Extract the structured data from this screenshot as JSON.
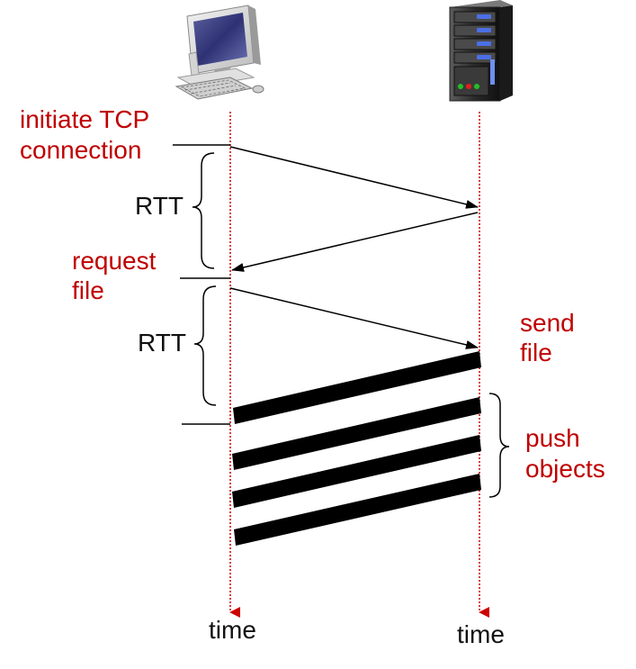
{
  "labels": {
    "initiate_line1": "initiate TCP",
    "initiate_line2": "connection",
    "rtt1": "RTT",
    "request_line1": "request",
    "request_line2": "file",
    "rtt2": "RTT",
    "send_line1": "send",
    "send_line2": "file",
    "push_line1": "push",
    "push_line2": "objects",
    "time_left": "time",
    "time_right": "time"
  },
  "icons": {
    "client": "desktop-computer-icon",
    "server": "server-tower-icon"
  },
  "colors": {
    "annotation": "#c00000",
    "timeline": "#cc0000",
    "arrow": "#000000",
    "bar": "#000000"
  }
}
